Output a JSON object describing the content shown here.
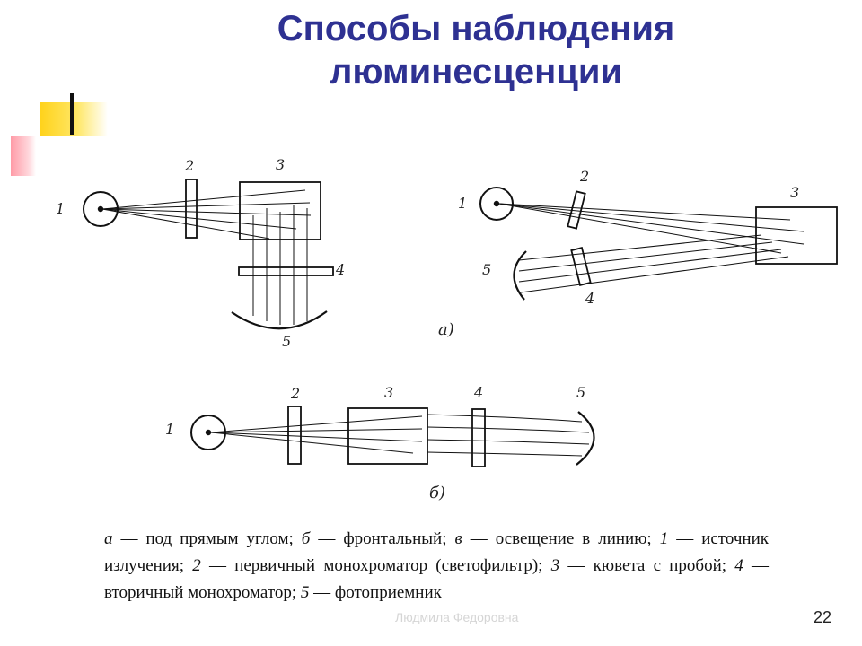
{
  "title": {
    "line1": "Способы наблюдения",
    "line2": "люминесценции"
  },
  "labels": {
    "source": "1",
    "primary": "2",
    "cuvette": "3",
    "secondary": "4",
    "detector": "5"
  },
  "subfigures": {
    "a": "а)",
    "b": "б)"
  },
  "caption": {
    "a_letter": "а",
    "a_text": " — под прямым углом; ",
    "b_letter": "б",
    "b_text": " — фронтальный; ",
    "v_letter": "в",
    "v_text": " — освещение в линию; ",
    "n1": "1",
    "n1_text": " — источник излучения; ",
    "n2": "2",
    "n2_text": " — первичный монохроматор (светофильтр); ",
    "n3": "3",
    "n3_text": " — кювета с пробой; ",
    "n4": "4",
    "n4_text": " — вторичный монохроматор; ",
    "n5": "5",
    "n5_text": " — фотоприемник"
  },
  "footer_text": "Людмила Федоровна",
  "page_number": "22"
}
